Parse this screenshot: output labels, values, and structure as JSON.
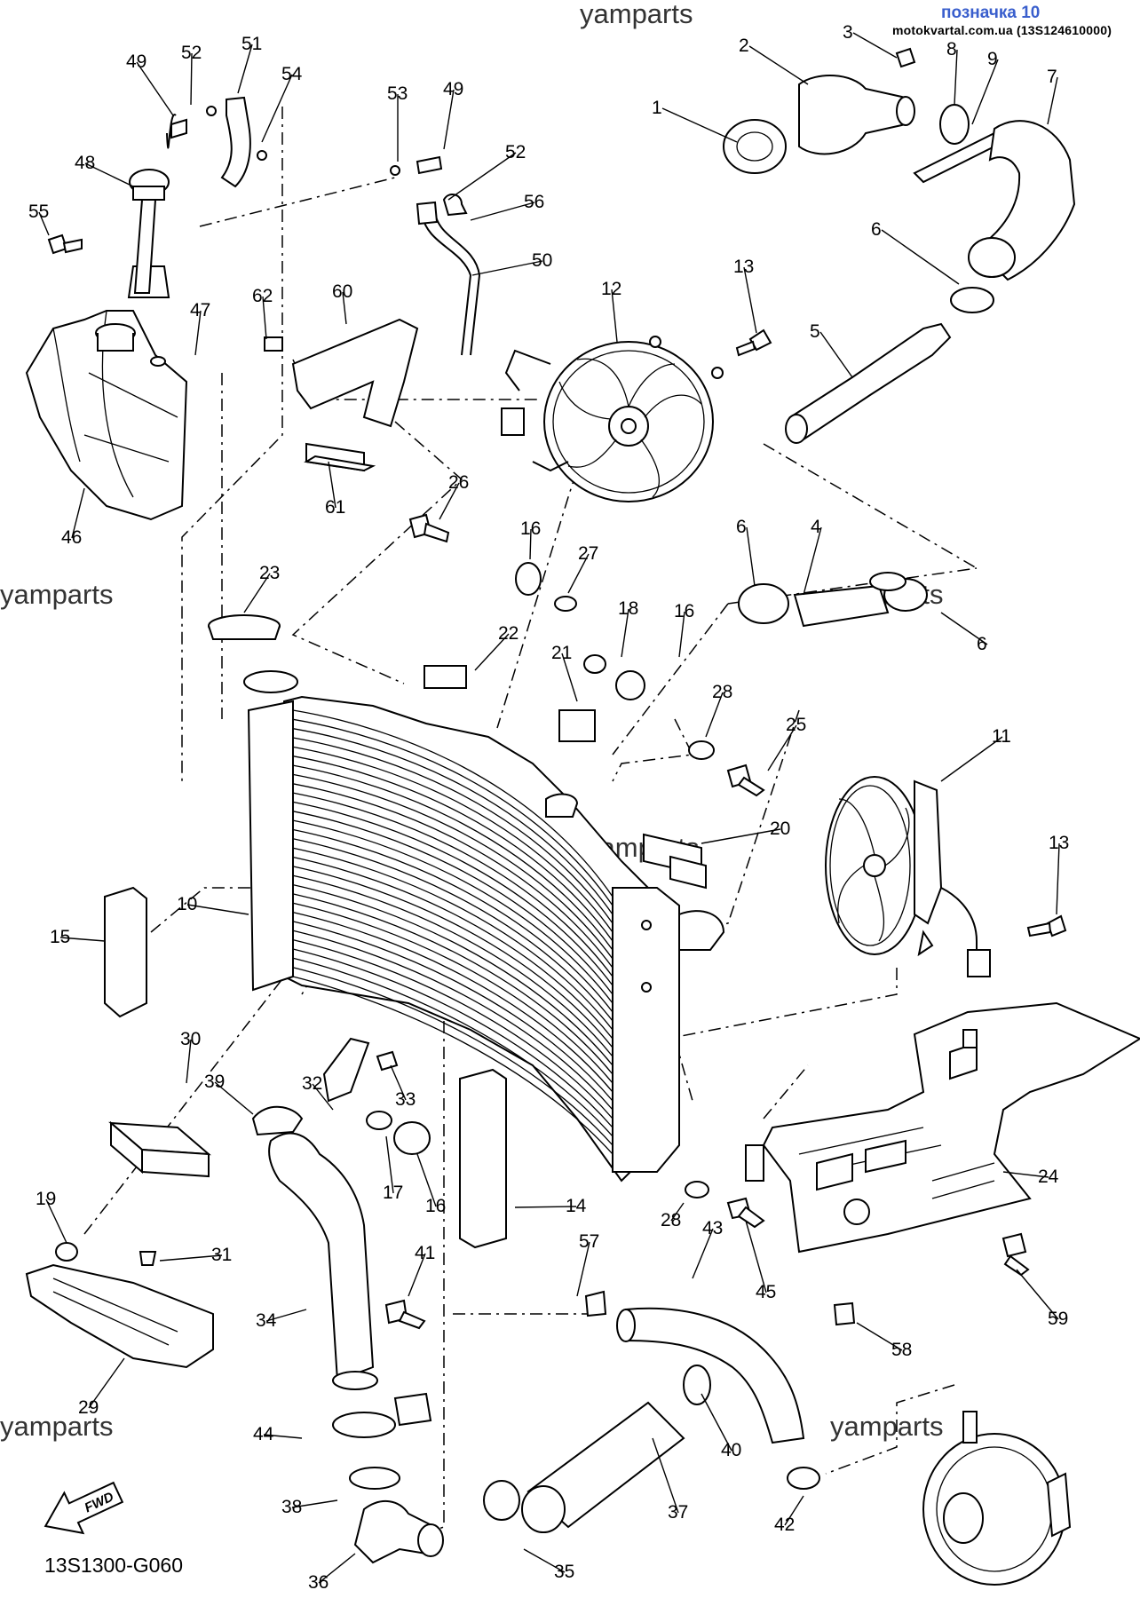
{
  "header": {
    "label": "позначка 10",
    "site": "motokvartal.com.ua (13S124610000)",
    "label_color": "#3a5fcd"
  },
  "watermark": "yamparts",
  "part_code": "13S1300-G060",
  "fwd_label": "FWD",
  "callouts": [
    "1",
    "2",
    "3",
    "8",
    "9",
    "7",
    "49",
    "52",
    "51",
    "54",
    "53",
    "49",
    "52",
    "48",
    "55",
    "56",
    "50",
    "47",
    "62",
    "60",
    "46",
    "61",
    "12",
    "13",
    "6",
    "5",
    "26",
    "16",
    "27",
    "23",
    "22",
    "21",
    "18",
    "16",
    "6",
    "4",
    "6",
    "28",
    "25",
    "11",
    "10",
    "20",
    "13",
    "15",
    "32",
    "33",
    "39",
    "30",
    "17",
    "16",
    "14",
    "19",
    "31",
    "28",
    "24",
    "57",
    "43",
    "41",
    "45",
    "59",
    "34",
    "58",
    "29",
    "44",
    "40",
    "38",
    "37",
    "42",
    "35",
    "36"
  ]
}
